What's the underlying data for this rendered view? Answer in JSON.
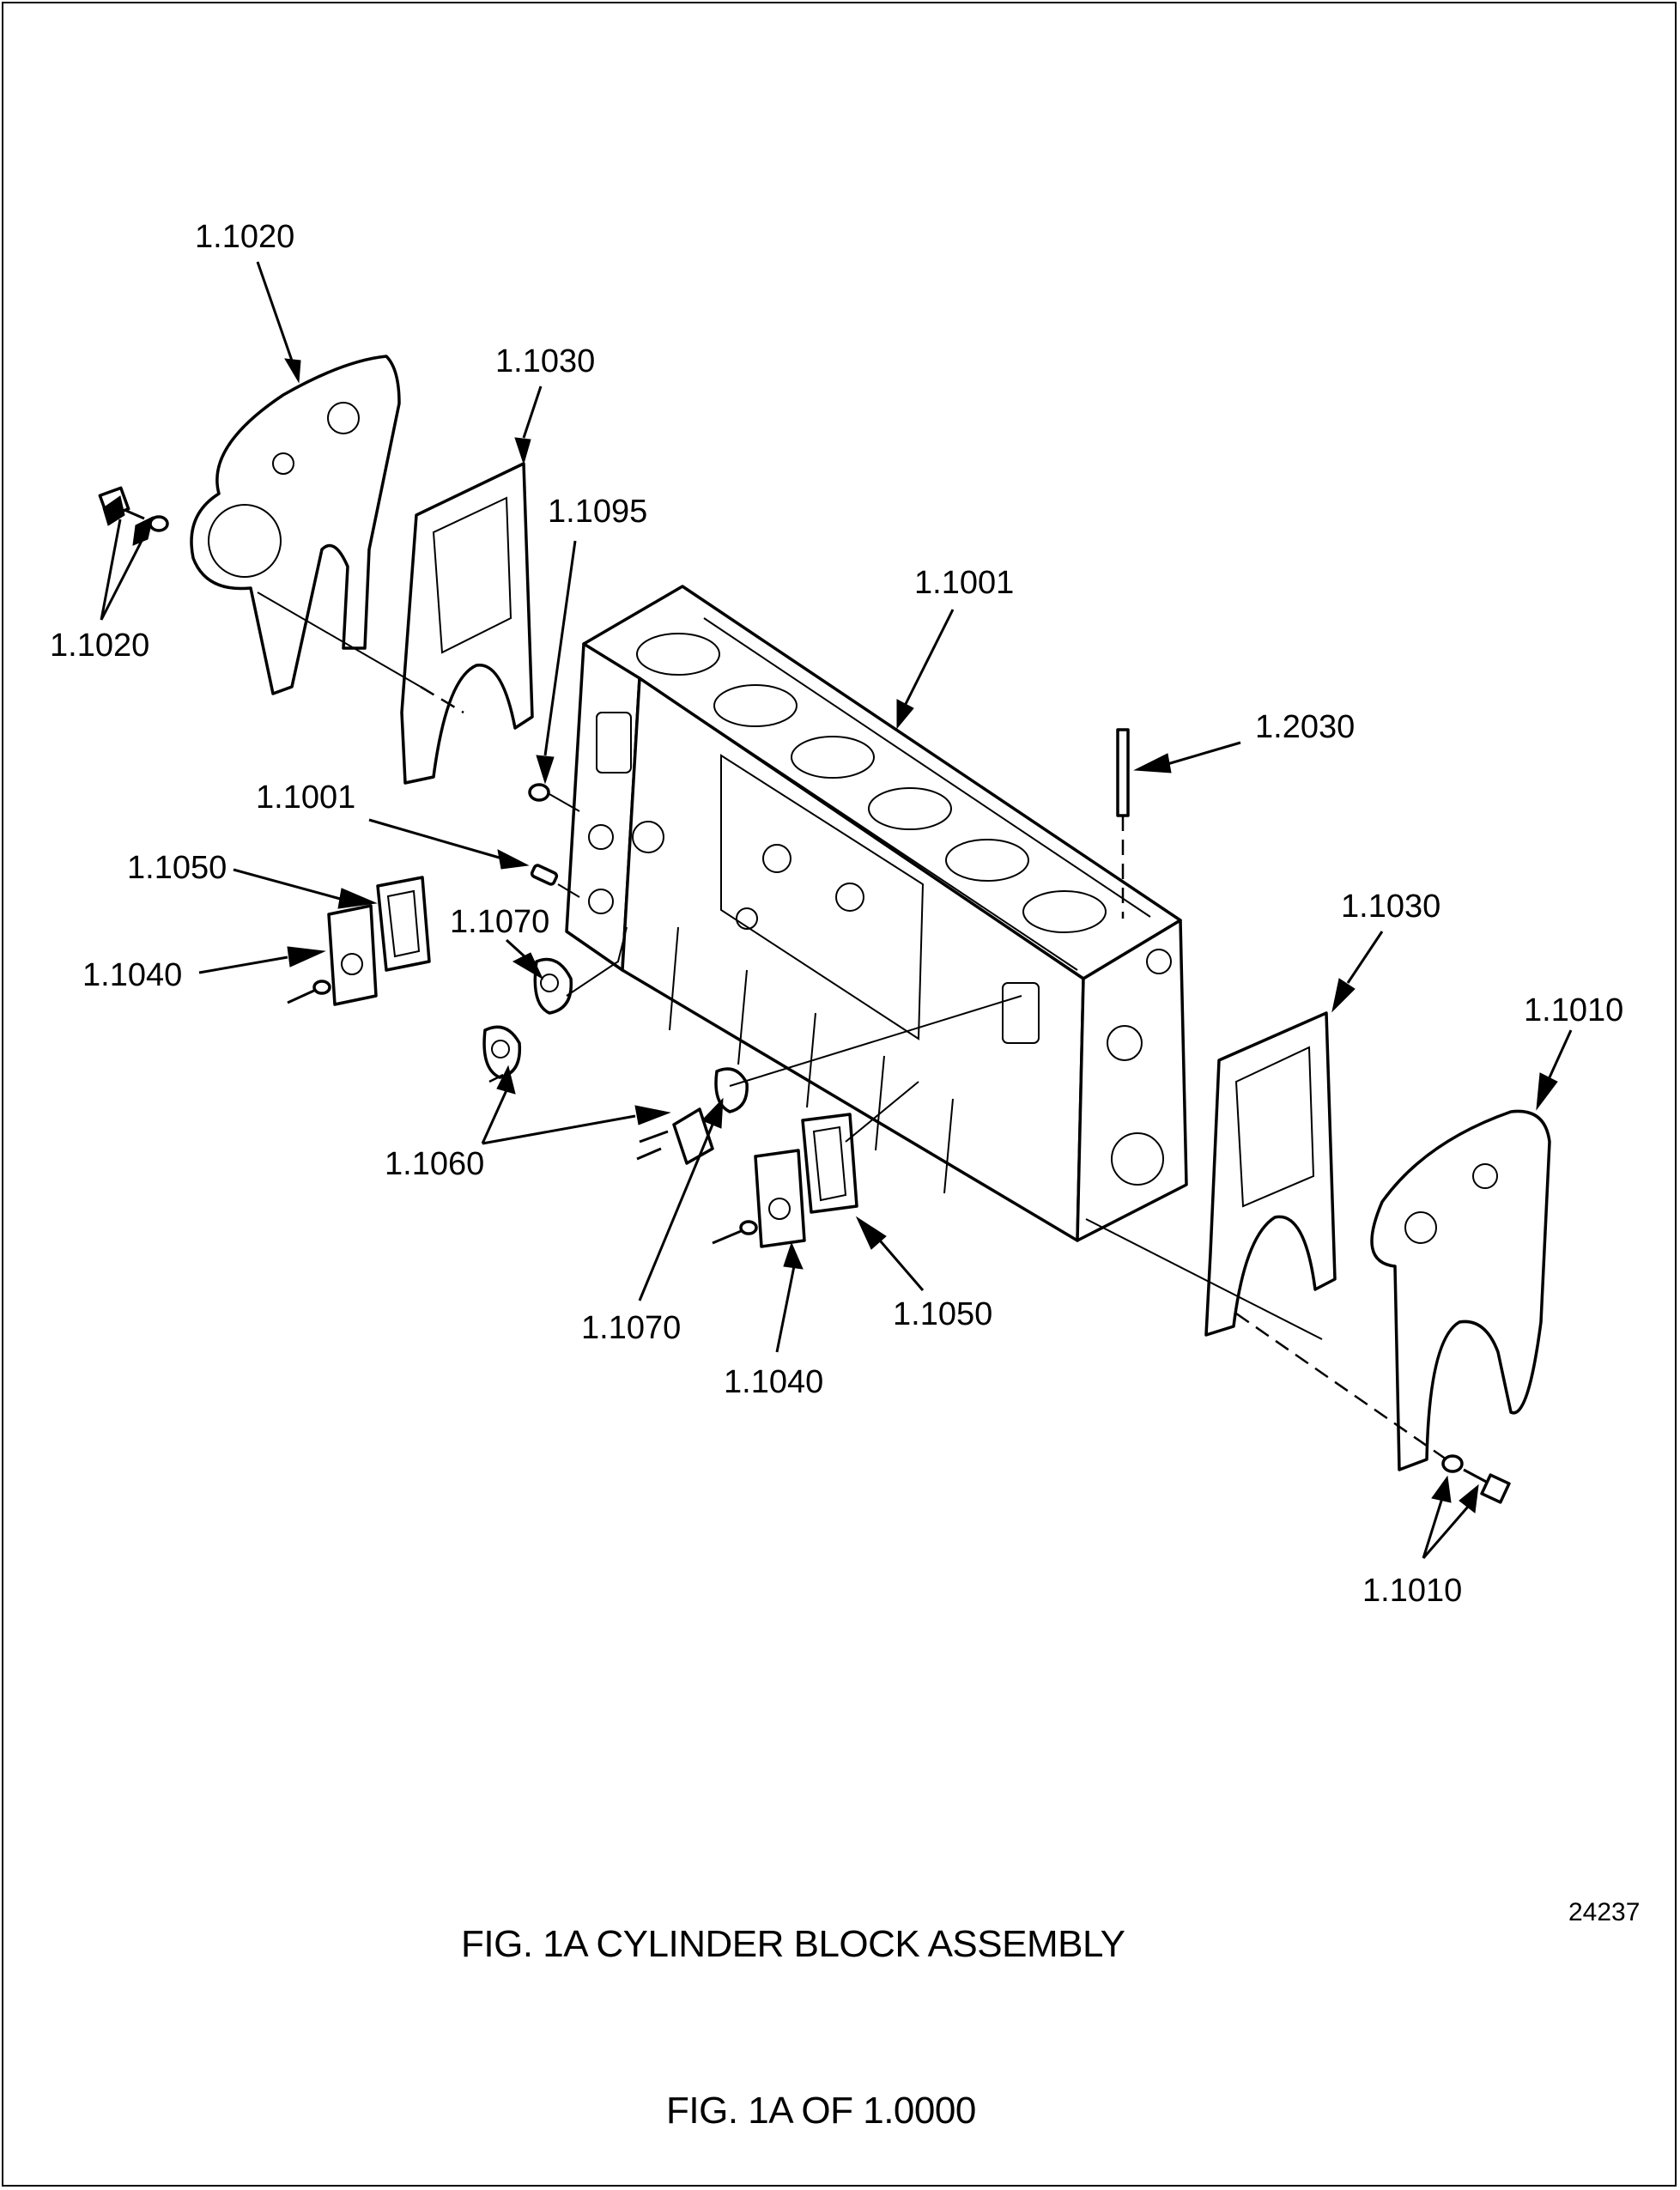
{
  "callouts": [
    {
      "id": "front-plate-gasket-top",
      "text": "1.1020"
    },
    {
      "id": "front-plate-bolt",
      "text": "1.1020"
    },
    {
      "id": "front-gasket-left",
      "text": "1.1030"
    },
    {
      "id": "seal-ring",
      "text": "1.1095"
    },
    {
      "id": "cylinder-block",
      "text": "1.1001"
    },
    {
      "id": "dowel-pin",
      "text": "1.1001"
    },
    {
      "id": "stud",
      "text": "1.2030"
    },
    {
      "id": "gasket-left",
      "text": "1.1050"
    },
    {
      "id": "cover-left",
      "text": "1.1040"
    },
    {
      "id": "elbow-gasket-upper",
      "text": "1.1070"
    },
    {
      "id": "cover-plate",
      "text": "1.1060"
    },
    {
      "id": "elbow-gasket-lower",
      "text": "1.1070"
    },
    {
      "id": "cover-lower",
      "text": "1.1040"
    },
    {
      "id": "gasket-lower",
      "text": "1.1050"
    },
    {
      "id": "rear-gasket",
      "text": "1.1030"
    },
    {
      "id": "rear-plate",
      "text": "1.1010"
    },
    {
      "id": "rear-plate-bolt",
      "text": "1.1010"
    }
  ],
  "figure_number": "24237",
  "caption": "FIG. 1A CYLINDER BLOCK ASSEMBLY",
  "footer": "FIG. 1A OF 1.0000",
  "colors": {
    "ink": "#000000",
    "paper": "#ffffff"
  }
}
